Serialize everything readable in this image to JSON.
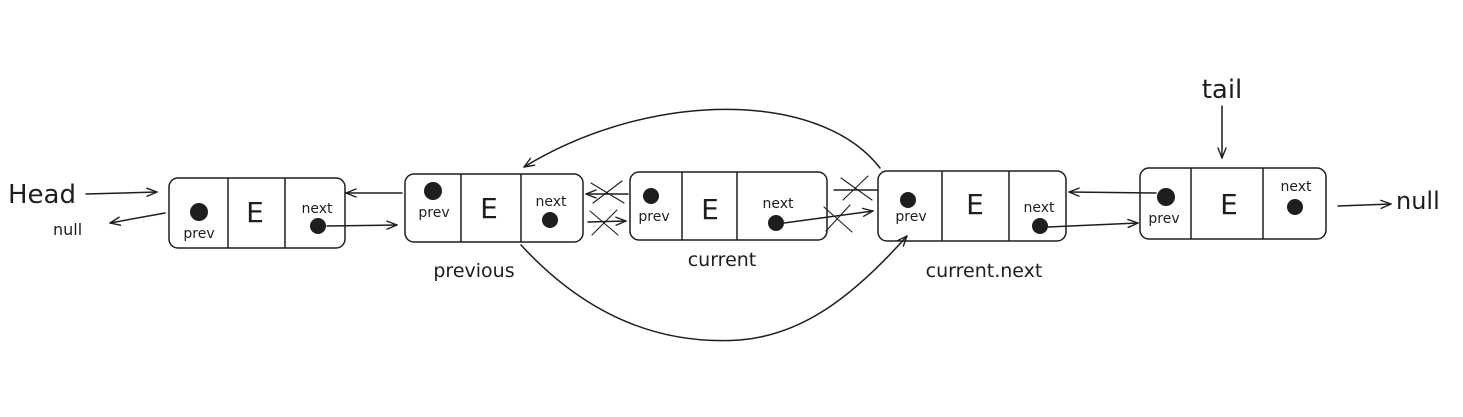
{
  "labels": {
    "head": "Head",
    "head_null": "null",
    "tail": "tail",
    "tail_null": "null"
  },
  "nodes": [
    {
      "prev": "prev",
      "element": "E",
      "next": "next",
      "caption": ""
    },
    {
      "prev": "prev",
      "element": "E",
      "next": "next",
      "caption": "previous"
    },
    {
      "prev": "prev",
      "element": "E",
      "next": "next",
      "caption": "current"
    },
    {
      "prev": "prev",
      "element": "E",
      "next": "next",
      "caption": "current.next"
    },
    {
      "prev": "prev",
      "element": "E",
      "next": "next",
      "caption": ""
    }
  ],
  "colors": {
    "stroke": "#1e1e1e",
    "background": "#ffffff"
  }
}
